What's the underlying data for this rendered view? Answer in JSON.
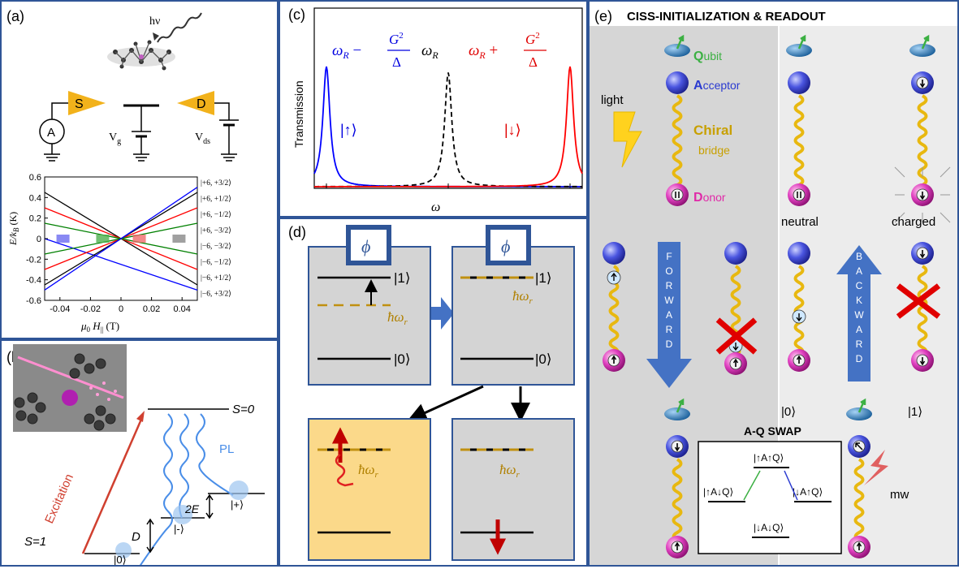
{
  "panels": {
    "a": {
      "label": "(a)",
      "hv": "hν",
      "source": "S",
      "drain": "D",
      "ammeter": "A",
      "vg": "V",
      "vg_sub": "g",
      "vds": "V",
      "vds_sub": "ds",
      "chart": {
        "ylabel": "E/k",
        "ylabel_sub": "B",
        "ylabel_unit": " (K)",
        "xlabel": "μ",
        "xlabel_sub0": "0",
        "xlabel_H": " H",
        "xlabel_sub": "||",
        "xlabel_unit": " (T)",
        "xticks": [
          "-0.04",
          "-0.02",
          "0",
          "0.02",
          "0.04"
        ],
        "yticks": [
          "0.6",
          "0.4",
          "0.2",
          "0",
          "-0.2",
          "-0.4",
          "-0.6"
        ],
        "legend": [
          "|+6, +3/2⟩",
          "|+6, +1/2⟩",
          "|+6, −1/2⟩",
          "|+6, −3/2⟩",
          "|−6, −3/2⟩",
          "|−6, −1/2⟩",
          "|−6, +1/2⟩",
          "|−6, +3/2⟩"
        ]
      }
    },
    "b": {
      "label": "(b)",
      "s0": "S=0",
      "s1": "S=1",
      "excitation": "Excitation",
      "pl": "PL",
      "d": "D",
      "twoE": "2E",
      "ket_zero": "|0⟩",
      "ket_minus": "|-⟩",
      "ket_plus": "|+⟩"
    },
    "c": {
      "label": "(c)",
      "ylabel": "Transmission",
      "xlabel": "ω",
      "left_omega": "ω",
      "left_sub": "R",
      "left_op": " −",
      "right_omega": "ω",
      "right_sub": "R",
      "right_op": " +",
      "frac_num": "G",
      "frac_sup": "2",
      "frac_den": "Δ",
      "mid_omega": "ω",
      "mid_sub": "R",
      "ket_up": "|↑⟩",
      "ket_down": "|↓⟩"
    },
    "d": {
      "label": "(d)",
      "phi": "ϕ",
      "ket1": "|1⟩",
      "ket0": "|0⟩",
      "hw": "ħω",
      "hw_sub": "r"
    },
    "e": {
      "label": "(e)",
      "title": "CISS-INITIALIZATION & READOUT",
      "qubit_letter": "Q",
      "qubit_rest": "ubit",
      "acceptor_letter": "A",
      "acceptor_rest": "cceptor",
      "chiral": "Chiral",
      "bridge": "bridge",
      "donor_letter": "D",
      "donor_rest": "onor",
      "light": "light",
      "neutral": "neutral",
      "charged": "charged",
      "forward": [
        "F",
        "O",
        "R",
        "W",
        "A",
        "R",
        "D"
      ],
      "backward": [
        "B",
        "A",
        "C",
        "K",
        "W",
        "A",
        "R",
        "D"
      ],
      "ket0": "|0⟩",
      "ket1": "|1⟩",
      "swap_title": "A-Q SWAP",
      "swap_top": "|↑A↑Q⟩",
      "swap_left": "|↑A↓Q⟩",
      "swap_right": "|↓A↑Q⟩",
      "swap_bottom": "|↓A↓Q⟩",
      "mw": "mw"
    }
  },
  "chart_data": [
    {
      "type": "line",
      "panel": "a",
      "xlim": [
        -0.05,
        0.05
      ],
      "ylim": [
        -0.6,
        0.6
      ],
      "xlabel": "μ0 H|| (T)",
      "ylabel": "E/kB (K)",
      "series": [
        {
          "name": "|+6, +3/2⟩",
          "color": "#000000",
          "x": [
            -0.05,
            0.05
          ],
          "y": [
            0.45,
            -0.45
          ]
        },
        {
          "name": "|+6, +1/2⟩",
          "color": "#ff0000",
          "x": [
            -0.05,
            0.05
          ],
          "y": [
            0.3,
            -0.3
          ]
        },
        {
          "name": "|+6, −1/2⟩",
          "color": "#008000",
          "x": [
            -0.05,
            0.05
          ],
          "y": [
            0.15,
            -0.15
          ]
        },
        {
          "name": "|+6, −3/2⟩",
          "color": "#0000ff",
          "x": [
            -0.05,
            0.05
          ],
          "y": [
            0.0,
            -0.5
          ]
        },
        {
          "name": "|−6, −3/2⟩",
          "color": "#000000",
          "x": [
            -0.05,
            0.05
          ],
          "y": [
            -0.45,
            0.45
          ]
        },
        {
          "name": "|−6, −1/2⟩",
          "color": "#ff0000",
          "x": [
            -0.05,
            0.05
          ],
          "y": [
            -0.3,
            0.3
          ]
        },
        {
          "name": "|−6, +1/2⟩",
          "color": "#008000",
          "x": [
            -0.05,
            0.05
          ],
          "y": [
            -0.15,
            0.15
          ]
        },
        {
          "name": "|−6, +3/2⟩",
          "color": "#0000ff",
          "x": [
            -0.05,
            0.05
          ],
          "y": [
            -0.5,
            0.5
          ]
        }
      ],
      "crossings": [
        {
          "x": -0.038,
          "y": 0,
          "color": "#6b6bf0"
        },
        {
          "x": -0.012,
          "y": 0,
          "color": "#4fb04f"
        },
        {
          "x": 0.012,
          "y": 0,
          "color": "#f06b6b"
        },
        {
          "x": 0.038,
          "y": 0,
          "color": "#888888"
        }
      ]
    },
    {
      "type": "line",
      "panel": "c",
      "xlabel": "ω",
      "ylabel": "Transmission",
      "series": [
        {
          "name": "|↑⟩",
          "color": "#0000ff",
          "center": -1,
          "height": 1.0,
          "width": 0.07
        },
        {
          "name": "ωR",
          "color": "#000000",
          "center": 0,
          "height": 0.95,
          "width": 0.07,
          "dash": true
        },
        {
          "name": "|↓⟩",
          "color": "#ff0000",
          "center": 1,
          "height": 1.0,
          "width": 0.07
        }
      ]
    }
  ],
  "colors": {
    "border": "#2f5597",
    "blue_arrow": "#4472c4",
    "gold": "#c09010",
    "qubit_green": "#3cb043",
    "acceptor_blue": "#2a3ad0",
    "chiral_gold": "#c8a000",
    "donor_magenta": "#e02aa8"
  }
}
